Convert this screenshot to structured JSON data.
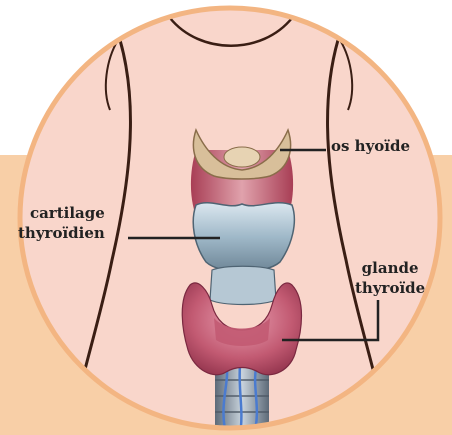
{
  "labels": {
    "hyoid": "os hyoïde",
    "cartilage_line1": "cartilage",
    "cartilage_line2": "thyroïdien",
    "gland_line1": "glande",
    "gland_line2": "thyroïde"
  },
  "colors": {
    "band": "#f8cfa7",
    "circle_border": "#f3b582",
    "skin": "#f9d6cb",
    "neck_outline": "#3a1e14",
    "hyoid_bone": "#d8bf9a",
    "muscle": "#c86a7a",
    "cartilage": "#9fb8c8",
    "gland": "#c25a72",
    "trachea": "#8d9aa8",
    "vessels": "#4a7bd0",
    "leader_line": "#222222"
  }
}
